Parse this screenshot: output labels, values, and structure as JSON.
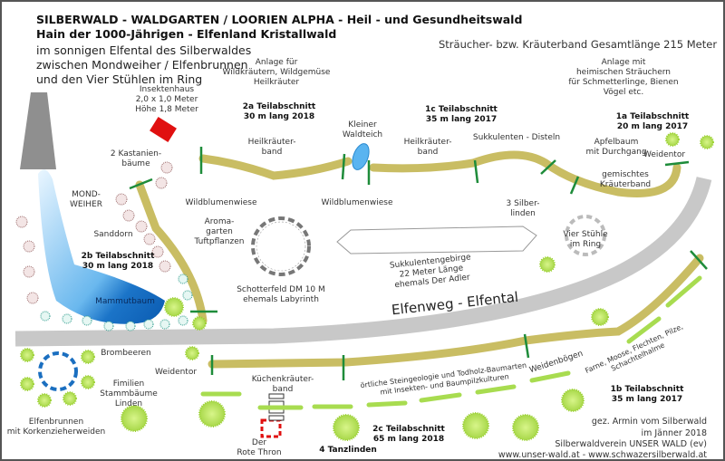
{
  "header": {
    "title1": "SILBERWALD - WALDGARTEN / LOORIEN ALPHA - Heil - und Gesundheitswald",
    "title2": "Hain der 1000-Jährigen - Elfenland Kristallwald",
    "sub1": "im sonnigen Elfental des Silberwaldes",
    "sub2": "zwischen Mondweiher / Elfenbrunnen",
    "sub3": "und den Vier Stühlen im Ring",
    "total_length": "Sträucher- bzw. Kräuterband Gesamtlänge 215 Meter"
  },
  "labels": {
    "anlage_wild": "Anlage für\nWildkräutern, Wildgemüse\nHeilkräuter",
    "insektenhaus": "Insektenhaus\n2,0 x 1,0 Meter\nHöhe 1,8 Meter",
    "section_2a": "2a Teilabschnitt\n30 m lang 2018",
    "waldteich": "Kleiner\nWaldteich",
    "section_1c": "1c Teilabschnitt\n35 m lang 2017",
    "anlage_straeucher": "Anlage mit\nheimischen Sträuchern\nfür Schmetterlinge, Bienen\nVögel etc.",
    "section_1a": "1a Teilabschnitt\n20 m lang 2017",
    "heilkraeuter_1": "Heilkräuter-\nband",
    "heilkraeuter_2": "Heilkräuter-\nband",
    "sukkulenten_disteln": "Sukkulenten - Disteln",
    "apfelbaum": "Apfelbaum\nmit Durchgang",
    "weidentor_right": "Weidentor",
    "gemischtes": "gemischtes\nKräuterband",
    "kastanien": "2 Kastanien-\nbäume",
    "mondweiher": "MOND-\nWEIHER",
    "sanddorn": "Sanddorn",
    "section_2b": "2b Teilabschnitt\n30 m lang 2018",
    "wildblumen_1": "Wildblumenwiese",
    "wildblumen_2": "Wildblumenwiese",
    "aromagarten": "Aroma-\ngarten\nTuftpflanzen",
    "silberlinden": "3 Silber-\nlinden",
    "vier_stuehle": "Vier Stühle\nim Ring",
    "schotterfeld": "Schotterfeld DM 10 M\nehemals Labyrinth",
    "mammutbaum": "Mammutbaum",
    "sukkulentengebirge": "Sukkulentengebirge\n22 Meter Länge\nehemals Der Adler",
    "elfenweg": "Elfenweg - Elfental",
    "brombeeren": "Brombeeren",
    "weidentor_left": "Weidentor",
    "stammbaeume": "Fimilien\nStammbäume\nLinden",
    "elfenbrunnen": "Elfenbrunnen\nmit Korkenzieherweiden",
    "kuechenkraeuter": "Küchenkräuter-\nband",
    "roter_thron": "Der\nRote Thron",
    "tanzlinden": "4 Tanzlinden",
    "steingeologie": "örtliche Steingeologie und Todholz-Baumarten\nmit Insekten- und Baumpilzkulturen",
    "weidenboegen": "Weidenbögen",
    "farne": "Farne, Moose, Flechten, Pilze,\nSchachtelhalme",
    "section_1b": "1b Teilabschnitt\n35 m lang 2017",
    "section_2c": "2c Teilabschnitt\n65 m lang 2018"
  },
  "footer": {
    "line1": "gez. Armin vom Silberwald",
    "line2": "im Jänner 2018",
    "line3": "Silberwaldverein UNSER WALD (ev)",
    "line4": "www.unser-wald.at - www.schwazersilberwald.at"
  },
  "colors": {
    "path": "#c9bd63",
    "road": "#c8c8c8",
    "gate": "#1e8c3a",
    "pond": "#5ab4f0",
    "red": "#e01010",
    "plant": "#b8e65a"
  }
}
